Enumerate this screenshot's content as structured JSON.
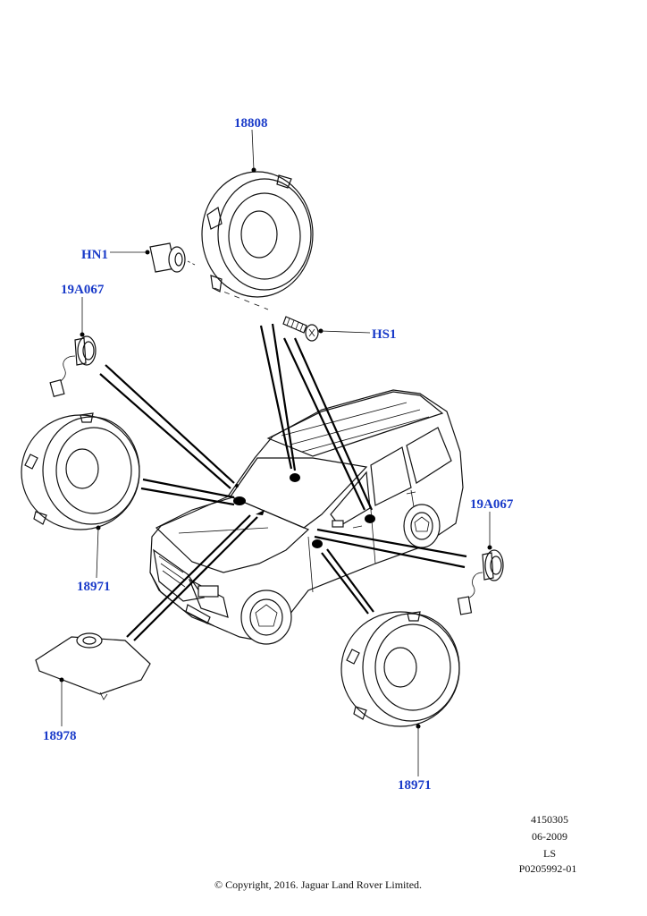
{
  "callouts": {
    "c18808": "18808",
    "hn1": "HN1",
    "hs1": "HS1",
    "c19a067_left": "19A067",
    "c19a067_right": "19A067",
    "c18971_left": "18971",
    "c18971_right": "18971",
    "c18978": "18978"
  },
  "meta": {
    "line1": "4150305",
    "line2": "06-2009",
    "line3": "LS",
    "line4": "P0205992-01"
  },
  "copyright": "© Copyright, 2016. Jaguar Land Rover Limited.",
  "colors": {
    "callout": "#1a3bc9",
    "lines": "#111111"
  }
}
